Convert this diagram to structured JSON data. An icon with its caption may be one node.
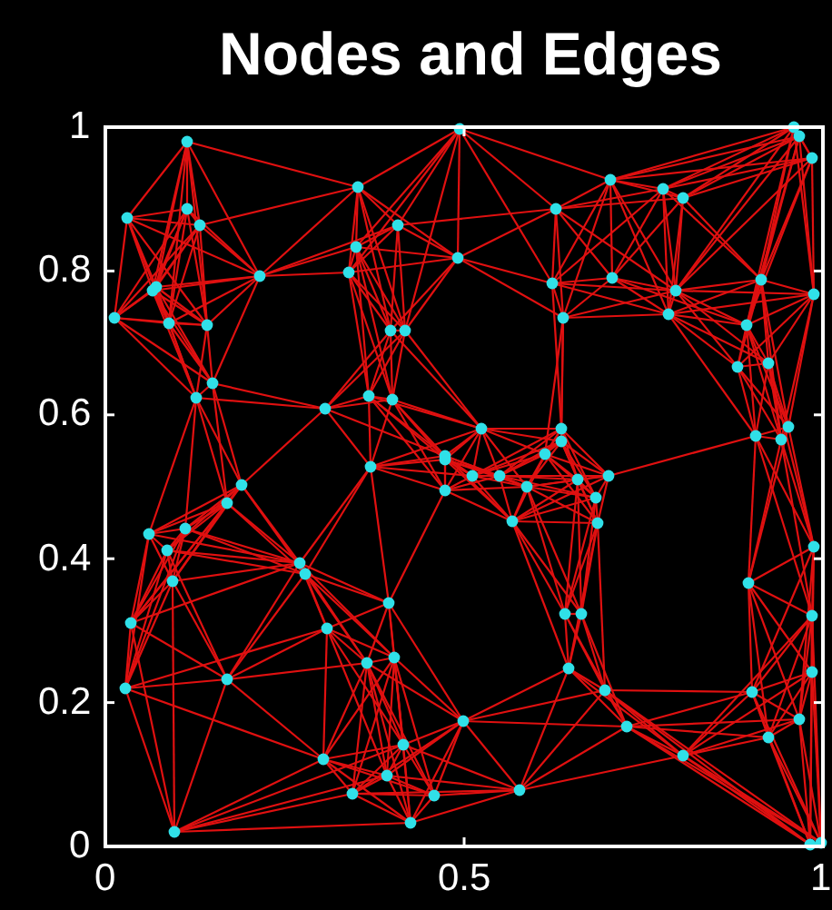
{
  "diagram": {
    "title": "Nodes and Edges",
    "labels": [
      "1",
      "0.8",
      "0.6",
      "0.4",
      "0.2",
      "0",
      "0",
      "0.5",
      "1"
    ]
  }
}
